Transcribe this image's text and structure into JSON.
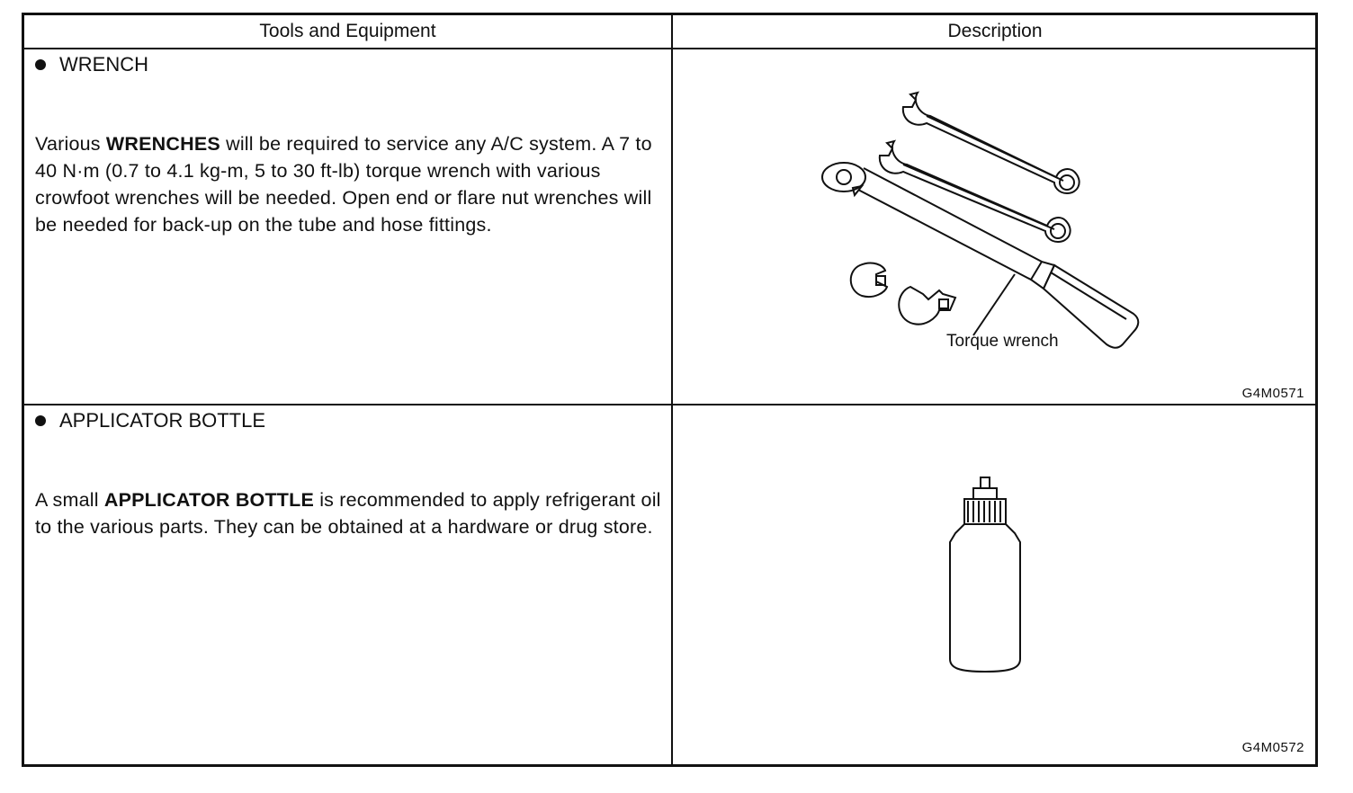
{
  "table": {
    "headers": {
      "tools": "Tools and Equipment",
      "description": "Description"
    },
    "rows": [
      {
        "title": "WRENCH",
        "text_before": "Various ",
        "bold": "WRENCHES",
        "text_after": " will be required to service any A/C system. A 7 to 40 N·m (0.7 to 4.1 kg-m, 5 to 30 ft-lb) torque wrench with various crowfoot wrenches will be needed. Open end or flare nut wrenches will be needed for back-up on the tube and hose fittings.",
        "figure_label": "Torque wrench",
        "figure_code": "G4M0571",
        "figure_icon": "wrench-set-illustration"
      },
      {
        "title": "APPLICATOR BOTTLE",
        "text_before": "A small ",
        "bold": "APPLICATOR BOTTLE",
        "text_after": " is recommended to apply refrigerant oil to the various parts. They can be obtained at a hardware or drug store.",
        "figure_code": "G4M0572",
        "figure_icon": "applicator-bottle-illustration"
      }
    ]
  }
}
